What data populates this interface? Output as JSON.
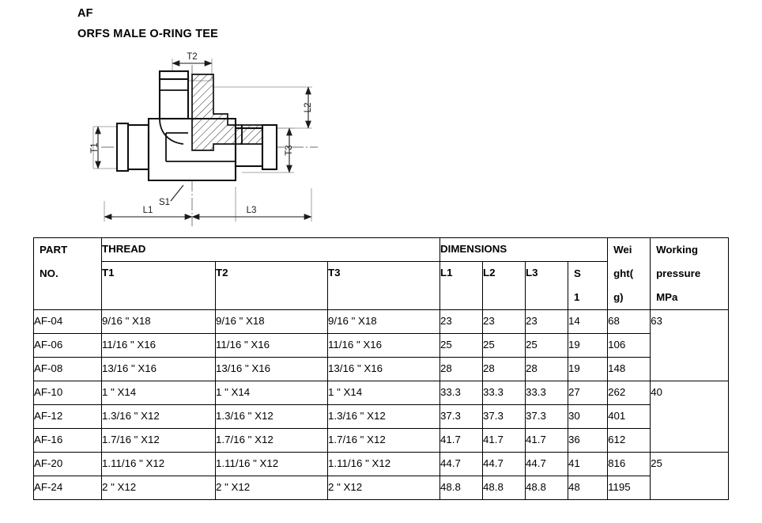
{
  "document": {
    "series_code": "AF",
    "product_title": "ORFS MALE O-RING TEE"
  },
  "drawing": {
    "name": "orfs-male-o-ring-tee-section-view",
    "dimension_labels": {
      "t1": "T1",
      "t2": "T2",
      "t3": "T3",
      "l1": "L1",
      "l2": "L2",
      "l3": "L3",
      "s1": "S1"
    }
  },
  "table": {
    "header": {
      "part_no_line1": "PART",
      "part_no_line2": "NO.",
      "thread_group": "THREAD",
      "t1": "T1",
      "t2": "T2",
      "t3": "T3",
      "dimensions_group": "DIMENSIONS",
      "l1": "L1",
      "l2": "L2",
      "l3": "L3",
      "s1_line1": "S",
      "s1_line2": "1",
      "weight_line1": "Wei",
      "weight_line2": "ght(",
      "weight_line3": "g)",
      "working_pressure_line1": "Working",
      "working_pressure_line2": "pressure",
      "working_pressure_line3": "MPa"
    },
    "rows": [
      {
        "part": "AF-04",
        "t1": "9/16 \" X18",
        "t2": "9/16 \" X18",
        "t3": "9/16 \" X18",
        "l1": "23",
        "l2": "23",
        "l3": "23",
        "s1": "14",
        "weight": "68"
      },
      {
        "part": "AF-06",
        "t1": "11/16 \" X16",
        "t2": "11/16 \" X16",
        "t3": "11/16 \" X16",
        "l1": "25",
        "l2": "25",
        "l3": "25",
        "s1": "19",
        "weight": "106"
      },
      {
        "part": "AF-08",
        "t1": "13/16 \" X16",
        "t2": "13/16 \" X16",
        "t3": "13/16 \" X16",
        "l1": "28",
        "l2": "28",
        "l3": "28",
        "s1": "19",
        "weight": "148"
      },
      {
        "part": "AF-10",
        "t1": "1 \" X14",
        "t2": "1 \" X14",
        "t3": "1 \" X14",
        "l1": "33.3",
        "l2": "33.3",
        "l3": "33.3",
        "s1": "27",
        "weight": "262"
      },
      {
        "part": "AF-12",
        "t1": "1.3/16 \" X12",
        "t2": "1.3/16 \" X12",
        "t3": "1.3/16 \" X12",
        "l1": "37.3",
        "l2": "37.3",
        "l3": "37.3",
        "s1": "30",
        "weight": "401"
      },
      {
        "part": "AF-16",
        "t1": "1.7/16 \" X12",
        "t2": "1.7/16 \" X12",
        "t3": "1.7/16 \" X12",
        "l1": "41.7",
        "l2": "41.7",
        "l3": "41.7",
        "s1": "36",
        "weight": "612"
      },
      {
        "part": "AF-20",
        "t1": "1.11/16 \" X12",
        "t2": "1.11/16 \" X12",
        "t3": "1.11/16 \" X12",
        "l1": "44.7",
        "l2": "44.7",
        "l3": "44.7",
        "s1": "41",
        "weight": "816"
      },
      {
        "part": "AF-24",
        "t1": "2 \" X12",
        "t2": "2 \" X12",
        "t3": "2 \" X12",
        "l1": "48.8",
        "l2": "48.8",
        "l3": "48.8",
        "s1": "48",
        "weight": "1195"
      }
    ],
    "working_pressure_groups": [
      {
        "value": "63",
        "span": 3
      },
      {
        "value": "40",
        "span": 3
      },
      {
        "value": "25",
        "span": 2
      }
    ]
  }
}
